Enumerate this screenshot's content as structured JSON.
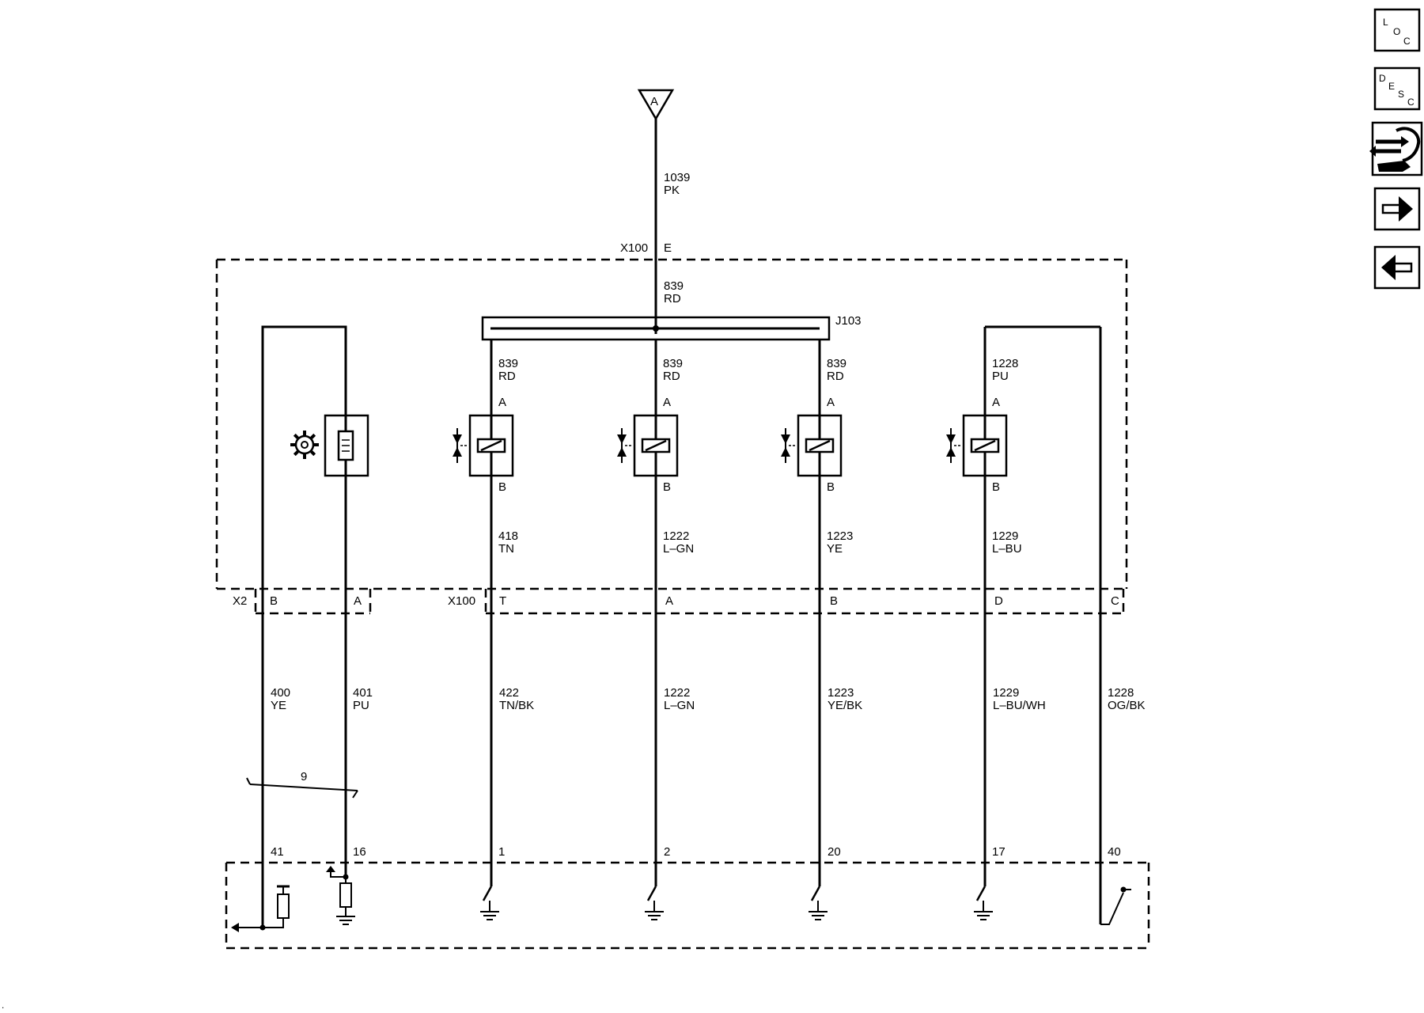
{
  "nav": {
    "loc": {
      "l1": "L",
      "l2": "O",
      "l3": "C"
    },
    "desc": {
      "l1": "D",
      "l2": "E",
      "l3": "S",
      "l4": "C"
    }
  },
  "top_connector": {
    "label": "A",
    "wire": {
      "circuit": "1039",
      "color": "PK"
    },
    "connector": "X100",
    "pin": "E"
  },
  "module": {
    "feed": {
      "circuit": "839",
      "color": "RD"
    },
    "splice": "J103",
    "solenoids": [
      {
        "top_pin": "A",
        "top_circuit": "839",
        "top_color": "RD",
        "bottom_pin": "B",
        "bottom_circuit": "418",
        "bottom_color": "TN"
      },
      {
        "top_pin": "A",
        "top_circuit": "839",
        "top_color": "RD",
        "bottom_pin": "B",
        "bottom_circuit": "1222",
        "bottom_color": "L–GN"
      },
      {
        "top_pin": "A",
        "top_circuit": "839",
        "top_color": "RD",
        "bottom_pin": "B",
        "bottom_circuit": "1223",
        "bottom_color": "YE"
      },
      {
        "top_pin": "A",
        "top_circuit": "1228",
        "top_color": "PU",
        "bottom_pin": "B",
        "bottom_circuit": "1229",
        "bottom_color": "L–BU"
      }
    ]
  },
  "connectors": {
    "x2": {
      "label": "X2",
      "pins": [
        "B",
        "A"
      ]
    },
    "x100": {
      "label": "X100",
      "pins": [
        "T",
        "A",
        "B",
        "D",
        "C"
      ]
    }
  },
  "harness": [
    {
      "circuit": "400",
      "color": "YE"
    },
    {
      "circuit": "401",
      "color": "PU"
    },
    {
      "circuit": "422",
      "color": "TN/BK"
    },
    {
      "circuit": "1222",
      "color": "L–GN"
    },
    {
      "circuit": "1223",
      "color": "YE/BK"
    },
    {
      "circuit": "1229",
      "color": "L–BU/WH"
    },
    {
      "circuit": "1228",
      "color": "OG/BK"
    }
  ],
  "twisted_pair": "9",
  "controller_pins": [
    "41",
    "16",
    "1",
    "2",
    "20",
    "17",
    "40"
  ]
}
